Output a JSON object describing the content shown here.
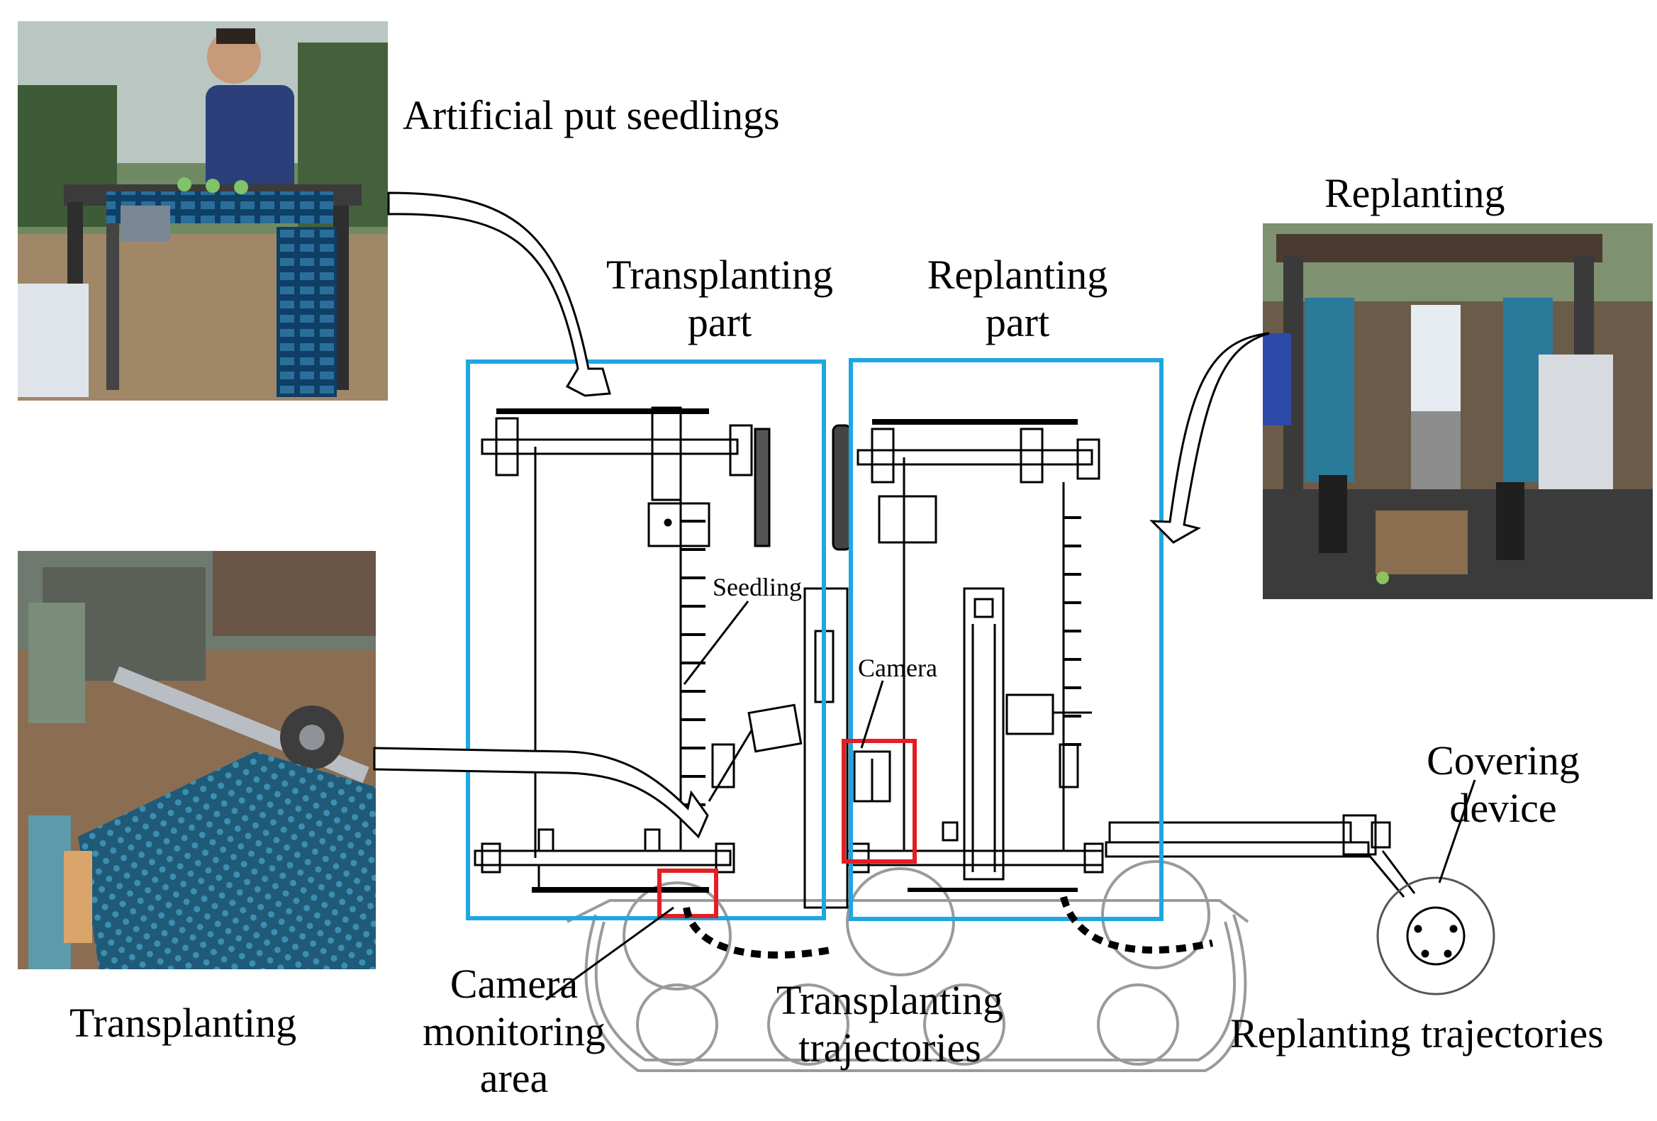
{
  "labels": {
    "artificial_put_seedlings": "Artificial put seedlings",
    "replanting": "Replanting",
    "transplanting_part_line1": "Transplanting",
    "transplanting_part_line2": "part",
    "replanting_part_line1": "Replanting",
    "replanting_part_line2": "part",
    "seedling": "Seedling",
    "camera": "Camera",
    "covering_device_line1": "Covering",
    "covering_device_line2": "device",
    "transplanting": "Transplanting",
    "camera_monitoring_area_line1": "Camera",
    "camera_monitoring_area_line2": "monitoring",
    "camera_monitoring_area_line3": "area",
    "transplanting_trajectories_line1": "Transplanting",
    "transplanting_trajectories_line2": "trajectories",
    "replanting_trajectories": "Replanting trajectories"
  },
  "colors": {
    "part_box": "#1ea7e1",
    "camera_box": "#e31e24",
    "line": "#000000",
    "crawler": "#9a9a9a"
  }
}
